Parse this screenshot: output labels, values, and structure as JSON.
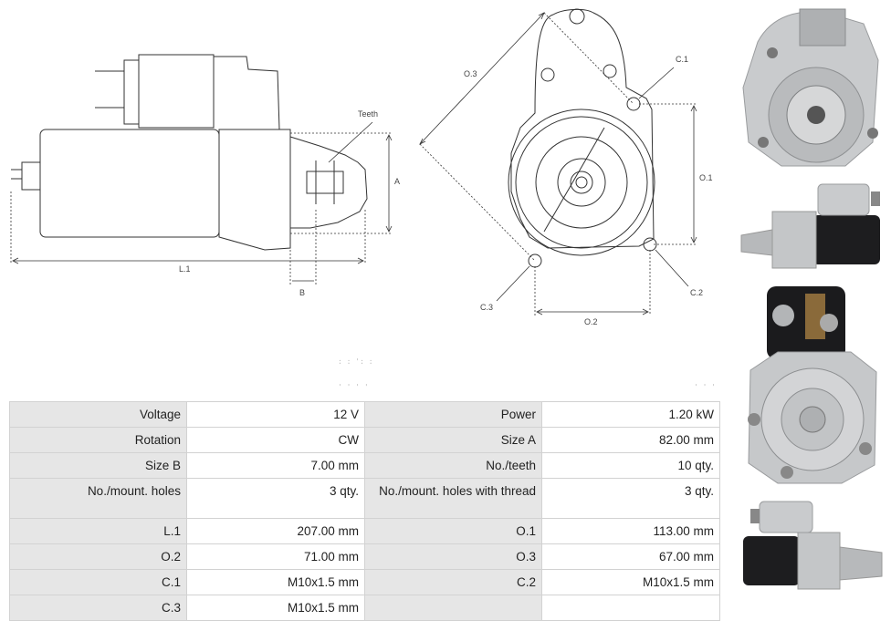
{
  "diagram": {
    "side_labels": {
      "teeth": "Teeth",
      "a": "A",
      "b": "B",
      "l1": "L.1"
    },
    "front_labels": {
      "o3": "O.3",
      "c1": "C.1",
      "o1": "O.1",
      "c2": "C.2",
      "c3": "C.3",
      "o2": "O.2"
    }
  },
  "specs": {
    "rows": [
      {
        "l1": "Voltage",
        "v1": "12 V",
        "l2": "Power",
        "v2": "1.20 kW"
      },
      {
        "l1": "Rotation",
        "v1": "CW",
        "l2": "Size A",
        "v2": "82.00 mm"
      },
      {
        "l1": "Size B",
        "v1": "7.00 mm",
        "l2": "No./teeth",
        "v2": "10 qty."
      },
      {
        "l1": "No./mount. holes",
        "v1": "3 qty.",
        "l2": "No./mount. holes with thread",
        "v2": "3 qty."
      },
      {
        "l1": "L.1",
        "v1": "207.00 mm",
        "l2": "O.1",
        "v2": "113.00 mm"
      },
      {
        "l1": "O.2",
        "v1": "71.00 mm",
        "l2": "O.3",
        "v2": "67.00 mm"
      },
      {
        "l1": "C.1",
        "v1": "M10x1.5 mm",
        "l2": "C.2",
        "v2": "M10x1.5 mm"
      },
      {
        "l1": "C.3",
        "v1": "M10x1.5 mm",
        "l2": "",
        "v2": ""
      }
    ]
  },
  "colors": {
    "label_bg": "#e6e6e6",
    "border": "#d2d2d2",
    "line": "#333333"
  }
}
